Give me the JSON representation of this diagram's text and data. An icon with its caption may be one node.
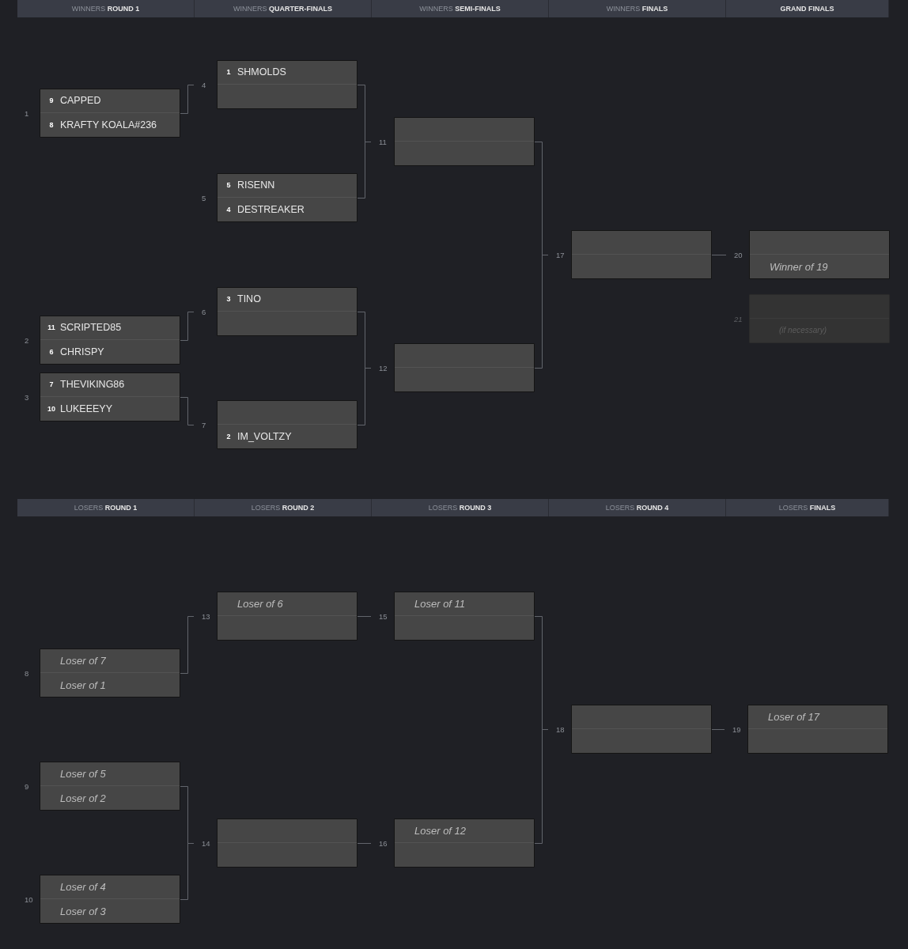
{
  "diagram": {
    "nodes": [
      {
        "text": [],
        "shape": "box",
        "beside": [
          "1"
        ]
      },
      {
        "text": [
          "9",
          "CAPPED"
        ],
        "in": 0
      },
      {
        "text": [
          "8",
          "KRAFTY KOALA#236"
        ],
        "in": 0
      },
      {
        "text": [],
        "shape": "box",
        "beside": [
          "2"
        ]
      },
      {
        "text": [
          "11",
          "SCRIPTED85"
        ],
        "in": 3
      },
      {
        "text": [
          "6",
          "CHRISPY"
        ],
        "in": 3
      },
      {
        "text": [],
        "shape": "box",
        "beside": [
          "3"
        ]
      },
      {
        "text": [
          "7",
          "THEVIKING86"
        ],
        "in": 6
      },
      {
        "text": [
          "10",
          "LUKEEEYY"
        ],
        "in": 6
      },
      {
        "text": [],
        "shape": "box",
        "beside": [
          "4"
        ]
      },
      {
        "text": [
          "1",
          "SHMOLDS"
        ],
        "in": 9
      },
      {
        "text": [],
        "shape": "bar",
        "in": 9
      },
      {
        "text": [],
        "shape": "box",
        "beside": [
          "5"
        ]
      },
      {
        "text": [
          "5",
          "RISENN"
        ],
        "in": 12
      },
      {
        "text": [
          "4",
          "DESTREAKER"
        ],
        "in": 12
      },
      {
        "text": [],
        "shape": "box",
        "beside": [
          "6"
        ]
      },
      {
        "text": [
          "3",
          "TINO"
        ],
        "in": 15
      },
      {
        "text": [],
        "shape": "bar",
        "in": 15
      },
      {
        "text": [],
        "shape": "box",
        "beside": [
          "7"
        ]
      },
      {
        "text": [],
        "shape": "bar",
        "in": 18
      },
      {
        "text": [
          "2",
          "IM_VOLTZY"
        ],
        "in": 18
      },
      {
        "text": [],
        "shape": "box",
        "beside": [
          "11"
        ]
      },
      {
        "text": [],
        "shape": "bar",
        "in": 21
      },
      {
        "text": [],
        "shape": "bar",
        "in": 21
      },
      {
        "text": [],
        "shape": "box",
        "beside": [
          "12"
        ]
      },
      {
        "text": [],
        "shape": "bar",
        "in": 24
      },
      {
        "text": [],
        "shape": "bar",
        "in": 24
      },
      {
        "text": [],
        "shape": "box",
        "beside": [
          "17"
        ]
      },
      {
        "text": [],
        "shape": "bar",
        "in": 27
      },
      {
        "text": [],
        "shape": "bar",
        "in": 27
      },
      {
        "text": [],
        "shape": "box",
        "beside": [
          "20"
        ]
      },
      {
        "text": [],
        "shape": "bar",
        "in": 30
      },
      {
        "text": [
          "Winner of 19"
        ],
        "in": 30
      },
      {
        "text": [],
        "shape": "box",
        "beside": [
          "21"
        ]
      },
      {
        "text": [],
        "shape": "bar",
        "in": 33
      },
      {
        "text": [
          "(if necessary)"
        ],
        "in": 33
      },
      {
        "text": [],
        "shape": "box",
        "beside": [
          "8"
        ]
      },
      {
        "text": [
          "Loser of 7"
        ],
        "in": 36
      },
      {
        "text": [
          "Loser of 1"
        ],
        "in": 36
      },
      {
        "text": [],
        "shape": "box",
        "beside": [
          "9"
        ]
      },
      {
        "text": [
          "Loser of 5"
        ],
        "in": 39
      },
      {
        "text": [
          "Loser of 2"
        ],
        "in": 39
      },
      {
        "text": [],
        "shape": "box",
        "beside": [
          "10"
        ]
      },
      {
        "text": [
          "Loser of 4"
        ],
        "in": 42
      },
      {
        "text": [
          "Loser of 3"
        ],
        "in": 42
      },
      {
        "text": [],
        "shape": "box",
        "beside": [
          "13"
        ]
      },
      {
        "text": [
          "Loser of 6"
        ],
        "in": 45
      },
      {
        "text": [],
        "shape": "bar",
        "in": 45
      },
      {
        "text": [],
        "shape": "box",
        "beside": [
          "14"
        ]
      },
      {
        "text": [],
        "shape": "bar",
        "in": 48
      },
      {
        "text": [],
        "shape": "bar",
        "in": 48
      },
      {
        "text": [],
        "shape": "box",
        "beside": [
          "15"
        ]
      },
      {
        "text": [
          "Loser of 11"
        ],
        "in": 51
      },
      {
        "text": [],
        "shape": "bar",
        "in": 51
      },
      {
        "text": [],
        "shape": "box",
        "beside": [
          "16"
        ]
      },
      {
        "text": [
          "Loser of 12"
        ],
        "in": 54
      },
      {
        "text": [],
        "shape": "bar",
        "in": 54
      },
      {
        "text": [],
        "shape": "box",
        "beside": [
          "18"
        ]
      },
      {
        "text": [],
        "shape": "bar",
        "in": 57
      },
      {
        "text": [],
        "shape": "bar",
        "in": 57
      },
      {
        "text": [],
        "shape": "box",
        "beside": [
          "19"
        ]
      },
      {
        "text": [
          "Loser of 17"
        ],
        "in": 60
      },
      {
        "text": [],
        "shape": "bar",
        "in": 60
      }
    ],
    "edges": [
      {
        "from": 0,
        "to": 9,
        "arrow": "none"
      },
      {
        "from": 3,
        "to": 15,
        "arrow": "none"
      },
      {
        "from": 6,
        "to": 18,
        "arrow": "none"
      },
      {
        "from": 9,
        "to": 21,
        "arrow": "none"
      },
      {
        "from": 12,
        "to": 21,
        "arrow": "none"
      },
      {
        "from": 15,
        "to": 24,
        "arrow": "none"
      },
      {
        "from": 18,
        "to": 24,
        "arrow": "none"
      },
      {
        "from": 21,
        "to": 27,
        "arrow": "none"
      },
      {
        "from": 24,
        "to": 27,
        "arrow": "none"
      },
      {
        "from": 27,
        "to": 30,
        "arrow": "none"
      },
      {
        "from": 36,
        "to": 45,
        "arrow": "none"
      },
      {
        "from": 39,
        "to": 48,
        "arrow": "none"
      },
      {
        "from": 42,
        "to": 48,
        "arrow": "none"
      },
      {
        "from": 45,
        "to": 51,
        "arrow": "none"
      },
      {
        "from": 48,
        "to": 54,
        "arrow": "none"
      },
      {
        "from": 51,
        "to": 57,
        "arrow": "none"
      },
      {
        "from": 54,
        "to": 57,
        "arrow": "none"
      },
      {
        "from": 57,
        "to": 60,
        "arrow": "none"
      }
    ],
    "labels": [
      "WINNERS **ROUND 1**",
      "WINNERS **QUARTER-FINALS**",
      "WINNERS **SEMI-FINALS**",
      "WINNERS **FINALS**",
      "GRAND FINALS",
      "LOSERS **ROUND 1**",
      "LOSERS **ROUND 2**",
      "LOSERS **ROUND 3**",
      "LOSERS **ROUND 4**",
      "LOSERS **FINALS**"
    ]
  }
}
